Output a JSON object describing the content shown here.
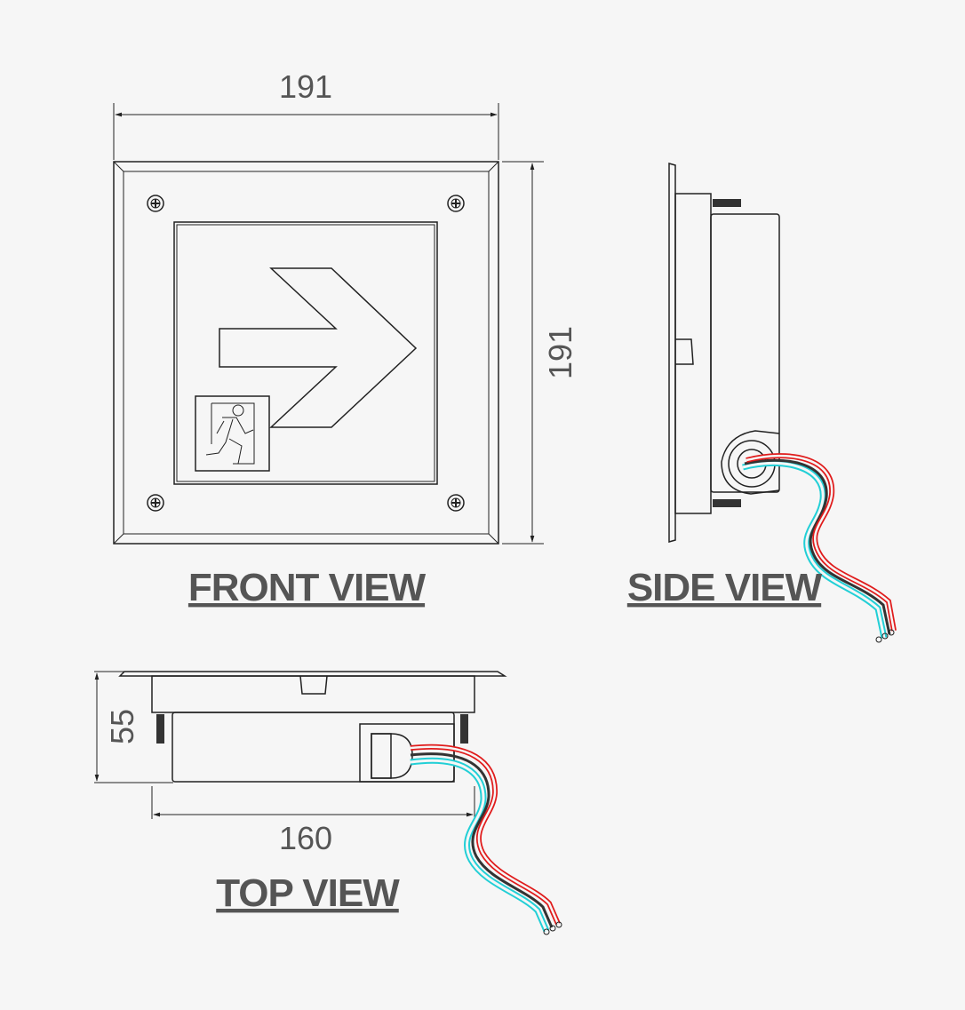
{
  "front_view": {
    "title": "FRONT VIEW",
    "width_dim": "191",
    "height_dim": "191"
  },
  "side_view": {
    "title": "SIDE VIEW"
  },
  "top_view": {
    "title": "TOP VIEW",
    "depth_dim": "55",
    "width_dim": "160"
  },
  "colors": {
    "line": "#222222",
    "text": "#555555",
    "wire_red": "#e01b1b",
    "wire_cyan": "#22cfd6",
    "wire_dark": "#333333",
    "background": "#f6f6f6"
  },
  "icons": [
    "direction-arrow-icon",
    "running-man-exit-icon",
    "screw-icon"
  ]
}
